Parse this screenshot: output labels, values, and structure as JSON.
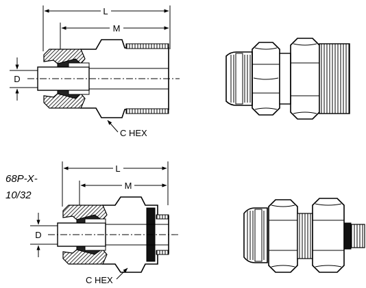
{
  "fittings": [
    {
      "part_label": "",
      "dim_l": "L",
      "dim_m": "M",
      "dim_d": "D",
      "hex_label": "C HEX"
    },
    {
      "part_label_line1": "68P-X-",
      "part_label_line2": "10/32",
      "dim_l": "L",
      "dim_m": "M",
      "dim_d": "D",
      "hex_label": "C HEX"
    }
  ]
}
